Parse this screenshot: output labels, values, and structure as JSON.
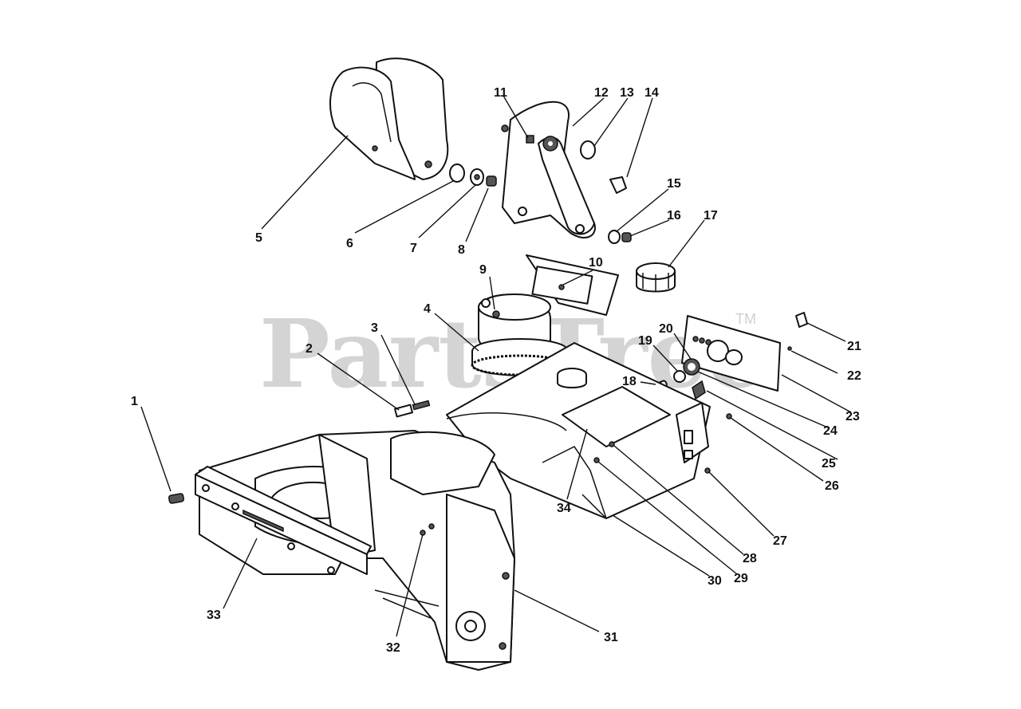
{
  "watermark": {
    "text": "PartsTree",
    "trademark": "TM"
  },
  "callouts": [
    {
      "id": "1",
      "label": "1"
    },
    {
      "id": "2",
      "label": "2"
    },
    {
      "id": "3",
      "label": "3"
    },
    {
      "id": "4",
      "label": "4"
    },
    {
      "id": "5",
      "label": "5"
    },
    {
      "id": "6",
      "label": "6"
    },
    {
      "id": "7",
      "label": "7"
    },
    {
      "id": "8",
      "label": "8"
    },
    {
      "id": "9",
      "label": "9"
    },
    {
      "id": "10",
      "label": "10"
    },
    {
      "id": "11",
      "label": "11"
    },
    {
      "id": "12",
      "label": "12"
    },
    {
      "id": "13",
      "label": "13"
    },
    {
      "id": "14",
      "label": "14"
    },
    {
      "id": "15",
      "label": "15"
    },
    {
      "id": "16",
      "label": "16"
    },
    {
      "id": "17",
      "label": "17"
    },
    {
      "id": "18",
      "label": "18"
    },
    {
      "id": "19",
      "label": "19"
    },
    {
      "id": "20",
      "label": "20"
    },
    {
      "id": "21",
      "label": "21"
    },
    {
      "id": "22",
      "label": "22"
    },
    {
      "id": "23",
      "label": "23"
    },
    {
      "id": "24",
      "label": "24"
    },
    {
      "id": "25",
      "label": "25"
    },
    {
      "id": "26",
      "label": "26"
    },
    {
      "id": "27",
      "label": "27"
    },
    {
      "id": "28",
      "label": "28"
    },
    {
      "id": "29",
      "label": "29"
    },
    {
      "id": "30",
      "label": "30"
    },
    {
      "id": "31",
      "label": "31"
    },
    {
      "id": "32",
      "label": "32"
    },
    {
      "id": "33",
      "label": "33"
    },
    {
      "id": "34",
      "label": "34"
    }
  ]
}
